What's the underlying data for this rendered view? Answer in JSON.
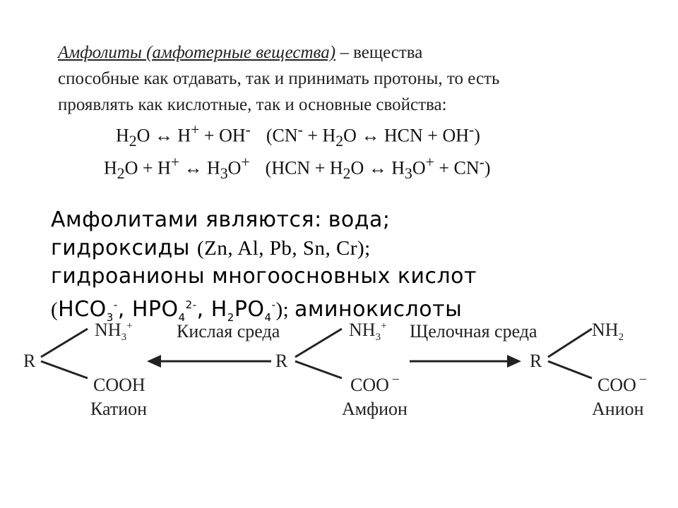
{
  "definition": {
    "term": "Амфолиты (амфотерные вещества)",
    "dash": " – ",
    "rest_line1": "вещества",
    "line2": "способные как отдавать, так и принимать протоны, то есть",
    "line3": "проявлять как кислотные, так и основные свойства:"
  },
  "equations": {
    "eq1": {
      "a_h": "H",
      "a_sub": "2",
      "a_o": "O",
      "arrow": " ↔ ",
      "h": "H",
      "h_sup": "+",
      "plus1": " + ",
      "oh": "OH",
      "oh_sup": "-",
      "paren_open": "(CN",
      "cn_sup": "-",
      "plus2": " + H",
      "w_sub": "2",
      "w_o": "O",
      "arrow2": " ↔ ",
      "hcn": "HCN + OH",
      "oh2_sup": "-",
      "paren_close": ")"
    },
    "eq2": {
      "a_h": "H",
      "a_sub": "2",
      "a_o": "O + H",
      "h_sup": "+",
      "arrow": " ↔ ",
      "h3": "H",
      "h3_sub": "3",
      "o": "O",
      "o_sup": "+",
      "paren_open": "(HCN + H",
      "w_sub": "2",
      "w_o": "O",
      "arrow2": " ↔ ",
      "h3b": "H",
      "h3b_sub": "3",
      "ob": "O",
      "ob_sup": "+",
      "cn": " + CN",
      "cn_sup": "-",
      "paren_close": ")"
    }
  },
  "main": {
    "l1_a": "Амфолитами являются",
    "l1_colon": ": ",
    "l1_b": "вода",
    "l1_semi": ";",
    "l2_a": "гидроксиды ",
    "l2_b": "(Zn, Al, Pb, Sn, Cr);",
    "l3": "гидроанионы многоосновных кислот",
    "l4_open": "(",
    "hco": "HCO",
    "hco_sub": "3",
    "hco_sup": "-",
    "c1": ", ",
    "hpo": "HPO",
    "hpo_sub": "4",
    "hpo_sup": "2-",
    "c2": ", ",
    "h2": "H",
    "h2_sub": "2",
    "po": "PO",
    "po_sub": "4",
    "po_sup": "-",
    "l4_close": "); ",
    "amino": "аминокислоты"
  },
  "scheme": {
    "r": "R",
    "nh": "NH",
    "nh_sub": "3",
    "nh_sup": "+",
    "nh2": "NH",
    "nh2_sub": "2",
    "cooh": "COOH",
    "coo": "COO",
    "coo_sup": "–",
    "acid_label": "Кислая среда",
    "alkaline_label": "Щелочная среда",
    "cation": "Катион",
    "amphion": "Амфион",
    "anion": "Анион"
  }
}
